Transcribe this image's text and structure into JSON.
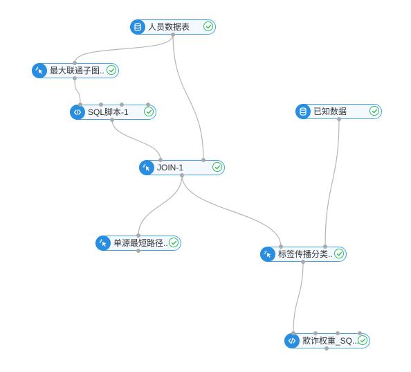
{
  "nodes": [
    {
      "id": "n1",
      "label": "人员数据表",
      "icon": "database-icon",
      "status": "success-check-icon"
    },
    {
      "id": "n2",
      "label": "最大联通子图..",
      "icon": "algorithm-cursor-icon",
      "status": "success-check-icon"
    },
    {
      "id": "n3",
      "label": "SQL脚本-1",
      "icon": "code-icon",
      "status": "success-check-icon"
    },
    {
      "id": "n4",
      "label": "已知数据",
      "icon": "database-icon",
      "status": "success-check-icon"
    },
    {
      "id": "n5",
      "label": "JOIN-1",
      "icon": "algorithm-cursor-icon",
      "status": "success-check-icon"
    },
    {
      "id": "n6",
      "label": "单源最短路径..",
      "icon": "algorithm-cursor-icon",
      "status": "success-check-icon"
    },
    {
      "id": "n7",
      "label": "标签传播分类..",
      "icon": "algorithm-cursor-icon",
      "status": "success-check-icon"
    },
    {
      "id": "n8",
      "label": "欺诈权重_SQ...",
      "icon": "code-icon",
      "status": "success-check-icon"
    }
  ],
  "edges": [
    {
      "from": "n1",
      "to": "n2"
    },
    {
      "from": "n1",
      "to": "n5"
    },
    {
      "from": "n2",
      "to": "n3"
    },
    {
      "from": "n3",
      "to": "n5"
    },
    {
      "from": "n5",
      "to": "n6"
    },
    {
      "from": "n5",
      "to": "n7"
    },
    {
      "from": "n4",
      "to": "n7"
    },
    {
      "from": "n7",
      "to": "n8"
    }
  ],
  "colors": {
    "node_border": "#4aa3e0",
    "icon_background": "#2a8ee0",
    "success": "#2ebd59",
    "edge": "#b5b5b5"
  }
}
